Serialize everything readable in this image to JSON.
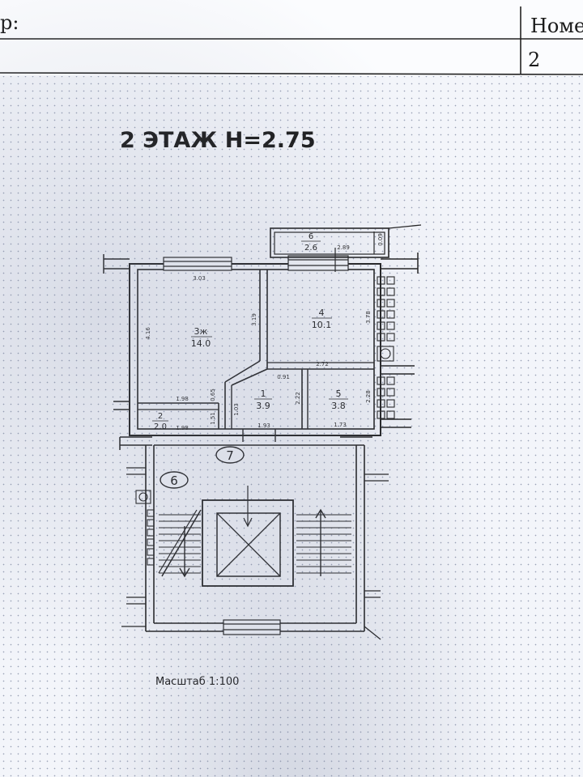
{
  "header": {
    "left_fragment": "р:",
    "right_label": "Номе",
    "right_value": "2"
  },
  "plan": {
    "title": "2 ЭТАЖ  Н=2.75",
    "scale_text": "Масштаб 1:100",
    "rooms": [
      {
        "id": "3ж",
        "label": "3ж",
        "area": "14.0"
      },
      {
        "id": "4",
        "label": "4",
        "area": "10.1"
      },
      {
        "id": "1",
        "label": "1",
        "area": "3.9"
      },
      {
        "id": "2",
        "label": "2",
        "area": "2.0"
      },
      {
        "id": "5",
        "label": "5",
        "area": "3.8"
      },
      {
        "id": "6",
        "label": "6",
        "area": "2.6"
      }
    ],
    "dimensions": {
      "d303": "3.03",
      "d289": "2.89",
      "d009": "0.09",
      "d416": "4.16",
      "d319": "3.19",
      "d378": "3.78",
      "d272": "2.72",
      "d091": "0.91",
      "d198a": "1.98",
      "d065": "0.65",
      "d198b": "1.98",
      "d151": "1.51",
      "d193": "1.93",
      "d103": "1.03",
      "d222": "2.22",
      "d173": "1.73",
      "d228": "2.28"
    },
    "markers": [
      {
        "id": "7",
        "text": "7"
      },
      {
        "id": "6",
        "text": "6"
      }
    ]
  }
}
